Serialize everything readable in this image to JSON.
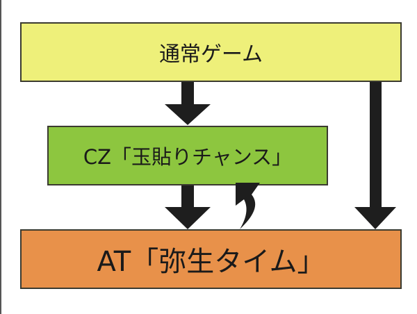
{
  "nodes": {
    "normal_game": "通常ゲーム",
    "cz": "CZ「玉貼りチャンス」",
    "at": "AT「弥生タイム」"
  },
  "colors": {
    "normal_game": "#eef07a",
    "cz": "#8dc63f",
    "at": "#e8914a",
    "arrow": "#1e1e1e"
  }
}
